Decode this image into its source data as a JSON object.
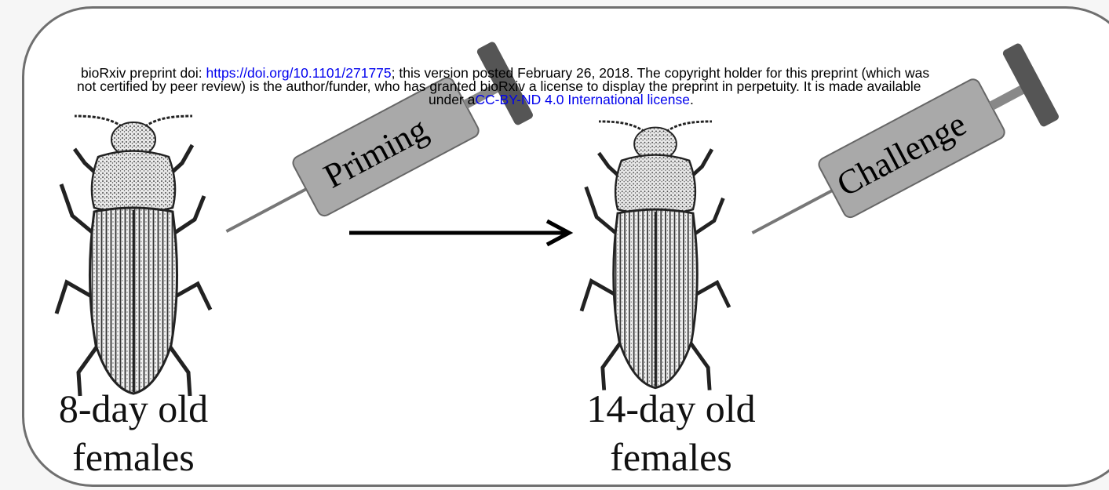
{
  "header": {
    "line1_prefix": "bioRxiv preprint doi: ",
    "doi_link": "https://doi.org/10.1101/271775",
    "line1_suffix": "; this version posted February 26, 2018. The copyright holder for this preprint (which was",
    "line2": "not certified by peer review) is the author/funder, who has granted bioRxiv a license to display the preprint in perpetuity. It is made available",
    "line3_prefix": "under a",
    "license_link": "CC-BY-ND 4.0 International license",
    "line3_suffix": "."
  },
  "diagram": {
    "syringe_priming_label": "Priming",
    "syringe_challenge_label": "Challenge",
    "left_caption_line1": "8-day old",
    "left_caption_line2": "females",
    "right_caption_line1": "14-day old",
    "right_caption_line2": "females"
  },
  "colors": {
    "syringe_body": "#a9a9a9",
    "syringe_plunger": "#555555",
    "frame_border": "#6f6f6f",
    "link": "#0000ee"
  }
}
